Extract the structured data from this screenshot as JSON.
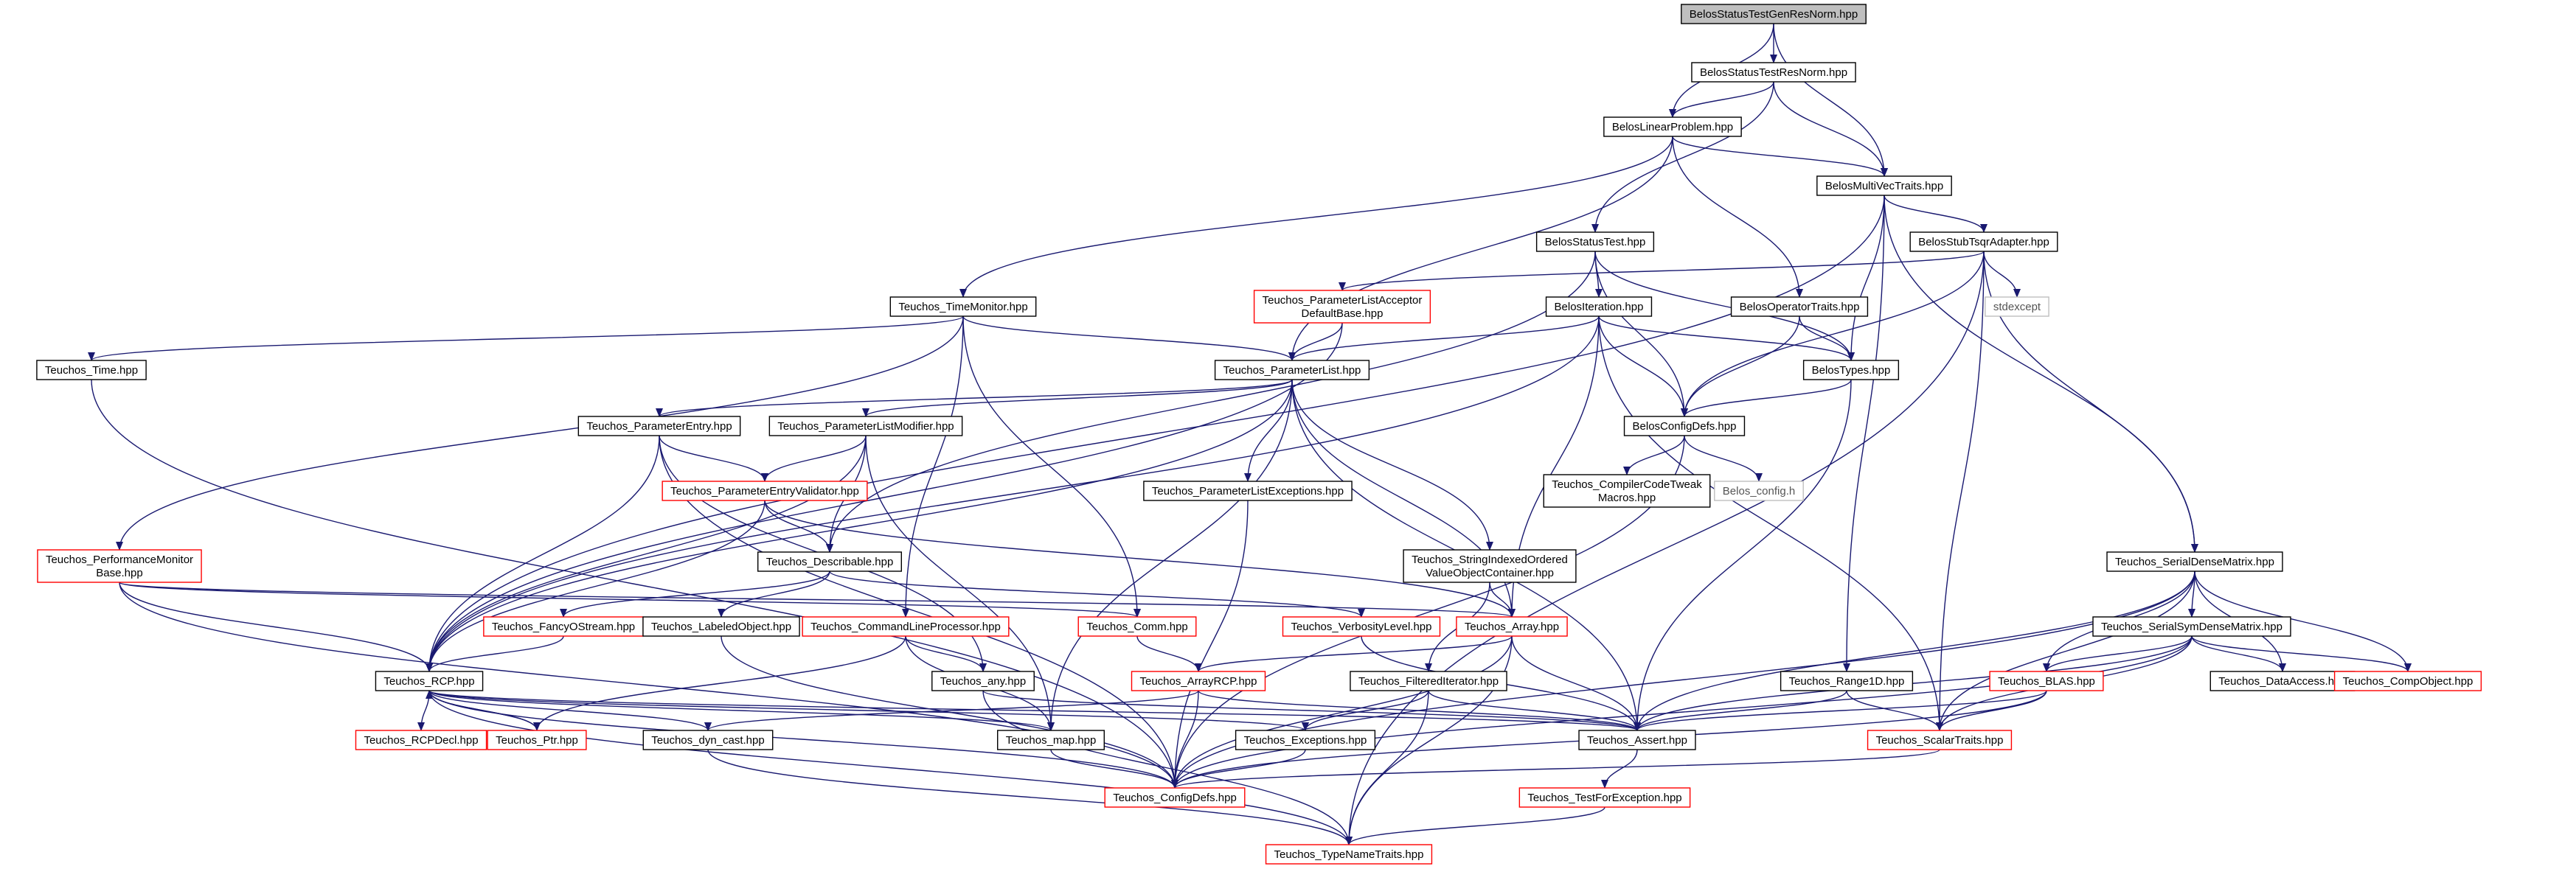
{
  "graph": {
    "colors": {
      "edge": "#191970",
      "node_border_default": "#000000",
      "node_border_truncated": "#ff0000",
      "node_border_external": "#bfbfbf",
      "root_fill": "#bfbfbf"
    },
    "nodes": [
      {
        "id": "root",
        "lines": [
          "BelosStatusTestGenResNorm.hpp"
        ],
        "style": "root"
      },
      {
        "id": "statusTestResNorm",
        "lines": [
          "BelosStatusTestResNorm.hpp"
        ],
        "style": "black"
      },
      {
        "id": "linearProblem",
        "lines": [
          "BelosLinearProblem.hpp"
        ],
        "style": "black"
      },
      {
        "id": "multiVecTraits",
        "lines": [
          "BelosMultiVecTraits.hpp"
        ],
        "style": "black"
      },
      {
        "id": "statusTest",
        "lines": [
          "BelosStatusTest.hpp"
        ],
        "style": "black"
      },
      {
        "id": "stubTsqr",
        "lines": [
          "BelosStubTsqrAdapter.hpp"
        ],
        "style": "black"
      },
      {
        "id": "timeMonitor",
        "lines": [
          "Teuchos_TimeMonitor.hpp"
        ],
        "style": "black"
      },
      {
        "id": "plAcceptor",
        "lines": [
          "Teuchos_ParameterListAcceptor",
          "DefaultBase.hpp"
        ],
        "style": "red"
      },
      {
        "id": "iteration",
        "lines": [
          "BelosIteration.hpp"
        ],
        "style": "black"
      },
      {
        "id": "operatorTraits",
        "lines": [
          "BelosOperatorTraits.hpp"
        ],
        "style": "black"
      },
      {
        "id": "stdexcept",
        "lines": [
          "stdexcept"
        ],
        "style": "gray"
      },
      {
        "id": "time",
        "lines": [
          "Teuchos_Time.hpp"
        ],
        "style": "black"
      },
      {
        "id": "parameterList",
        "lines": [
          "Teuchos_ParameterList.hpp"
        ],
        "style": "black"
      },
      {
        "id": "belosTypes",
        "lines": [
          "BelosTypes.hpp"
        ],
        "style": "black"
      },
      {
        "id": "paramEntry",
        "lines": [
          "Teuchos_ParameterEntry.hpp"
        ],
        "style": "black"
      },
      {
        "id": "plModifier",
        "lines": [
          "Teuchos_ParameterListModifier.hpp"
        ],
        "style": "black"
      },
      {
        "id": "belosConfigDefs",
        "lines": [
          "BelosConfigDefs.hpp"
        ],
        "style": "black"
      },
      {
        "id": "peValidator",
        "lines": [
          "Teuchos_ParameterEntryValidator.hpp"
        ],
        "style": "red"
      },
      {
        "id": "plExceptions",
        "lines": [
          "Teuchos_ParameterListExceptions.hpp"
        ],
        "style": "black"
      },
      {
        "id": "compilerTweak",
        "lines": [
          "Teuchos_CompilerCodeTweak",
          "Macros.hpp"
        ],
        "style": "black"
      },
      {
        "id": "belosConfigH",
        "lines": [
          "Belos_config.h"
        ],
        "style": "gray"
      },
      {
        "id": "perfMonitor",
        "lines": [
          "Teuchos_PerformanceMonitor",
          "Base.hpp"
        ],
        "style": "red"
      },
      {
        "id": "describable",
        "lines": [
          "Teuchos_Describable.hpp"
        ],
        "style": "black"
      },
      {
        "id": "strIndexed",
        "lines": [
          "Teuchos_StringIndexedOrdered",
          "ValueObjectContainer.hpp"
        ],
        "style": "black"
      },
      {
        "id": "serialDense",
        "lines": [
          "Teuchos_SerialDenseMatrix.hpp"
        ],
        "style": "black"
      },
      {
        "id": "fancyOStream",
        "lines": [
          "Teuchos_FancyOStream.hpp"
        ],
        "style": "red"
      },
      {
        "id": "labeledObject",
        "lines": [
          "Teuchos_LabeledObject.hpp"
        ],
        "style": "black"
      },
      {
        "id": "cmdLine",
        "lines": [
          "Teuchos_CommandLineProcessor.hpp"
        ],
        "style": "red"
      },
      {
        "id": "comm",
        "lines": [
          "Teuchos_Comm.hpp"
        ],
        "style": "red"
      },
      {
        "id": "verbosity",
        "lines": [
          "Teuchos_VerbosityLevel.hpp"
        ],
        "style": "red"
      },
      {
        "id": "array",
        "lines": [
          "Teuchos_Array.hpp"
        ],
        "style": "red"
      },
      {
        "id": "serialSym",
        "lines": [
          "Teuchos_SerialSymDenseMatrix.hpp"
        ],
        "style": "black"
      },
      {
        "id": "rcp",
        "lines": [
          "Teuchos_RCP.hpp"
        ],
        "style": "black"
      },
      {
        "id": "any",
        "lines": [
          "Teuchos_any.hpp"
        ],
        "style": "black"
      },
      {
        "id": "arrayRCP",
        "lines": [
          "Teuchos_ArrayRCP.hpp"
        ],
        "style": "red"
      },
      {
        "id": "filteredIter",
        "lines": [
          "Teuchos_FilteredIterator.hpp"
        ],
        "style": "black"
      },
      {
        "id": "range1d",
        "lines": [
          "Teuchos_Range1D.hpp"
        ],
        "style": "black"
      },
      {
        "id": "blas",
        "lines": [
          "Teuchos_BLAS.hpp"
        ],
        "style": "red"
      },
      {
        "id": "dataAccess",
        "lines": [
          "Teuchos_DataAccess.hpp"
        ],
        "style": "black"
      },
      {
        "id": "compObject",
        "lines": [
          "Teuchos_CompObject.hpp"
        ],
        "style": "red"
      },
      {
        "id": "rcpDecl",
        "lines": [
          "Teuchos_RCPDecl.hpp"
        ],
        "style": "red"
      },
      {
        "id": "ptr",
        "lines": [
          "Teuchos_Ptr.hpp"
        ],
        "style": "red"
      },
      {
        "id": "dynCast",
        "lines": [
          "Teuchos_dyn_cast.hpp"
        ],
        "style": "black"
      },
      {
        "id": "map",
        "lines": [
          "Teuchos_map.hpp"
        ],
        "style": "black"
      },
      {
        "id": "exceptions",
        "lines": [
          "Teuchos_Exceptions.hpp"
        ],
        "style": "black"
      },
      {
        "id": "assert",
        "lines": [
          "Teuchos_Assert.hpp"
        ],
        "style": "black"
      },
      {
        "id": "scalarTraits",
        "lines": [
          "Teuchos_ScalarTraits.hpp"
        ],
        "style": "red"
      },
      {
        "id": "configDefs",
        "lines": [
          "Teuchos_ConfigDefs.hpp"
        ],
        "style": "red"
      },
      {
        "id": "testForException",
        "lines": [
          "Teuchos_TestForException.hpp"
        ],
        "style": "red"
      },
      {
        "id": "typeNameTraits",
        "lines": [
          "Teuchos_TypeNameTraits.hpp"
        ],
        "style": "red"
      }
    ],
    "edges": [
      [
        "root",
        "statusTestResNorm"
      ],
      [
        "root",
        "linearProblem"
      ],
      [
        "root",
        "multiVecTraits"
      ],
      [
        "statusTestResNorm",
        "linearProblem"
      ],
      [
        "statusTestResNorm",
        "multiVecTraits"
      ],
      [
        "statusTestResNorm",
        "statusTest"
      ],
      [
        "linearProblem",
        "multiVecTraits"
      ],
      [
        "linearProblem",
        "timeMonitor"
      ],
      [
        "linearProblem",
        "parameterList"
      ],
      [
        "linearProblem",
        "operatorTraits"
      ],
      [
        "multiVecTraits",
        "stubTsqr"
      ],
      [
        "multiVecTraits",
        "belosTypes"
      ],
      [
        "multiVecTraits",
        "serialDense"
      ],
      [
        "multiVecTraits",
        "range1d"
      ],
      [
        "multiVecTraits",
        "rcp"
      ],
      [
        "statusTest",
        "iteration"
      ],
      [
        "statusTest",
        "belosTypes"
      ],
      [
        "statusTest",
        "belosConfigDefs"
      ],
      [
        "statusTest",
        "describable"
      ],
      [
        "stubTsqr",
        "plAcceptor"
      ],
      [
        "stubTsqr",
        "stdexcept"
      ],
      [
        "stubTsqr",
        "belosConfigDefs"
      ],
      [
        "stubTsqr",
        "serialDense"
      ],
      [
        "stubTsqr",
        "scalarTraits"
      ],
      [
        "stubTsqr",
        "typeNameTraits"
      ],
      [
        "timeMonitor",
        "time"
      ],
      [
        "timeMonitor",
        "parameterList"
      ],
      [
        "timeMonitor",
        "perfMonitor"
      ],
      [
        "timeMonitor",
        "comm"
      ],
      [
        "timeMonitor",
        "cmdLine"
      ],
      [
        "plAcceptor",
        "parameterList"
      ],
      [
        "plAcceptor",
        "rcp"
      ],
      [
        "iteration",
        "parameterList"
      ],
      [
        "iteration",
        "belosTypes"
      ],
      [
        "iteration",
        "belosConfigDefs"
      ],
      [
        "iteration",
        "array"
      ],
      [
        "iteration",
        "scalarTraits"
      ],
      [
        "iteration",
        "rcp"
      ],
      [
        "operatorTraits",
        "belosTypes"
      ],
      [
        "operatorTraits",
        "belosConfigDefs"
      ],
      [
        "time",
        "configDefs"
      ],
      [
        "parameterList",
        "paramEntry"
      ],
      [
        "parameterList",
        "plModifier"
      ],
      [
        "parameterList",
        "plExceptions"
      ],
      [
        "parameterList",
        "strIndexed"
      ],
      [
        "parameterList",
        "array"
      ],
      [
        "parameterList",
        "assert"
      ],
      [
        "parameterList",
        "map"
      ],
      [
        "parameterList",
        "rcp"
      ],
      [
        "belosTypes",
        "belosConfigDefs"
      ],
      [
        "belosTypes",
        "assert"
      ],
      [
        "paramEntry",
        "peValidator"
      ],
      [
        "paramEntry",
        "any"
      ],
      [
        "paramEntry",
        "rcp"
      ],
      [
        "paramEntry",
        "configDefs"
      ],
      [
        "plModifier",
        "peValidator"
      ],
      [
        "plModifier",
        "describable"
      ],
      [
        "plModifier",
        "rcp"
      ],
      [
        "plModifier",
        "map"
      ],
      [
        "belosConfigDefs",
        "compilerTweak"
      ],
      [
        "belosConfigDefs",
        "belosConfigH"
      ],
      [
        "belosConfigDefs",
        "configDefs"
      ],
      [
        "peValidator",
        "describable"
      ],
      [
        "peValidator",
        "array"
      ],
      [
        "peValidator",
        "rcp"
      ],
      [
        "plExceptions",
        "configDefs"
      ],
      [
        "perfMonitor",
        "rcp"
      ],
      [
        "perfMonitor",
        "array"
      ],
      [
        "perfMonitor",
        "comm"
      ],
      [
        "perfMonitor",
        "configDefs"
      ],
      [
        "describable",
        "fancyOStream"
      ],
      [
        "describable",
        "labeledObject"
      ],
      [
        "describable",
        "verbosity"
      ],
      [
        "strIndexed",
        "array"
      ],
      [
        "strIndexed",
        "filteredIter"
      ],
      [
        "serialDense",
        "serialSym"
      ],
      [
        "serialDense",
        "blas"
      ],
      [
        "serialDense",
        "dataAccess"
      ],
      [
        "serialDense",
        "compObject"
      ],
      [
        "serialDense",
        "scalarTraits"
      ],
      [
        "serialDense",
        "assert"
      ],
      [
        "serialDense",
        "configDefs"
      ],
      [
        "fancyOStream",
        "rcp"
      ],
      [
        "labeledObject",
        "configDefs"
      ],
      [
        "cmdLine",
        "map"
      ],
      [
        "cmdLine",
        "any"
      ],
      [
        "cmdLine",
        "ptr"
      ],
      [
        "comm",
        "arrayRCP"
      ],
      [
        "verbosity",
        "assert"
      ],
      [
        "array",
        "arrayRCP"
      ],
      [
        "array",
        "assert"
      ],
      [
        "array",
        "typeNameTraits"
      ],
      [
        "array",
        "configDefs"
      ],
      [
        "serialSym",
        "blas"
      ],
      [
        "serialSym",
        "dataAccess"
      ],
      [
        "serialSym",
        "compObject"
      ],
      [
        "serialSym",
        "scalarTraits"
      ],
      [
        "serialSym",
        "assert"
      ],
      [
        "serialSym",
        "configDefs"
      ],
      [
        "rcp",
        "rcpDecl"
      ],
      [
        "rcp",
        "ptr"
      ],
      [
        "rcp",
        "dynCast"
      ],
      [
        "rcp",
        "map"
      ],
      [
        "rcp",
        "exceptions"
      ],
      [
        "rcp",
        "assert"
      ],
      [
        "rcp",
        "typeNameTraits"
      ],
      [
        "rcp",
        "configDefs"
      ],
      [
        "ptr",
        "rcp"
      ],
      [
        "any",
        "assert"
      ],
      [
        "any",
        "typeNameTraits"
      ],
      [
        "arrayRCP",
        "assert"
      ],
      [
        "arrayRCP",
        "dynCast"
      ],
      [
        "arrayRCP",
        "configDefs"
      ],
      [
        "filteredIter",
        "assert"
      ],
      [
        "filteredIter",
        "exceptions"
      ],
      [
        "filteredIter",
        "typeNameTraits"
      ],
      [
        "range1d",
        "assert"
      ],
      [
        "range1d",
        "scalarTraits"
      ],
      [
        "blas",
        "assert"
      ],
      [
        "blas",
        "scalarTraits"
      ],
      [
        "blas",
        "configDefs"
      ],
      [
        "dynCast",
        "typeNameTraits"
      ],
      [
        "map",
        "configDefs"
      ],
      [
        "exceptions",
        "configDefs"
      ],
      [
        "assert",
        "testForException"
      ],
      [
        "scalarTraits",
        "configDefs"
      ],
      [
        "testForException",
        "typeNameTraits"
      ]
    ]
  }
}
